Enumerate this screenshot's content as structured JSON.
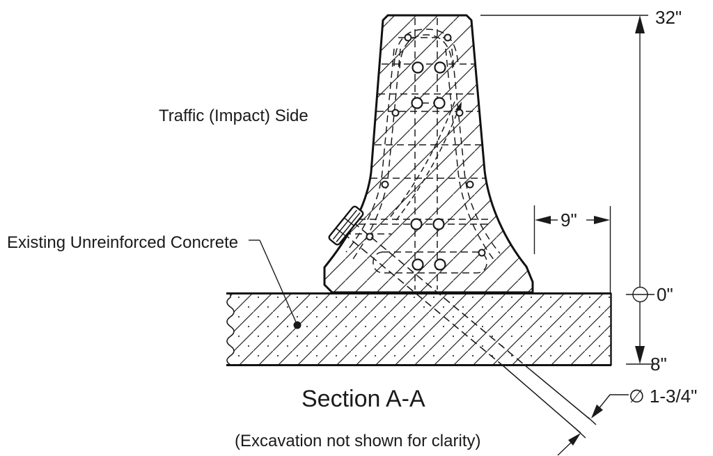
{
  "drawing": {
    "title": "Section A-A",
    "subtitle": "(Excavation not shown for clarity)",
    "labels": {
      "traffic_side": "Traffic (Impact) Side",
      "existing_concrete": "Existing Unreinforced Concrete"
    },
    "dimensions": {
      "barrier_height": "32\"",
      "slab_edge_offset": "9\"",
      "datum": "0\"",
      "slab_depth": "8\"",
      "dowel_diameter": "∅ 1-3/4\""
    },
    "colors": {
      "line": "#1a1a1a",
      "background": "#ffffff"
    }
  }
}
